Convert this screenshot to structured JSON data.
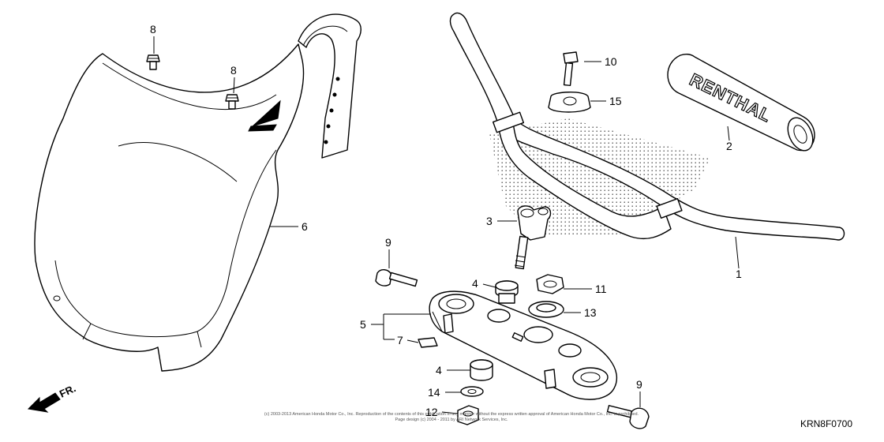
{
  "diagram_code": "KRN8F0700",
  "copyright_line1": "(c) 2003-2013 American Honda Motor Co., Inc. Reproduction of the contents of this publication in any manner without the express written approval of American Honda Motor Co., Inc. is prohibited.",
  "copyright_line2": "Page design (c) 2004 - 2011 by ARI Network Services, Inc.",
  "direction_label": "FR.",
  "grip_brand": "RENTHAL",
  "callouts": {
    "c1": "1",
    "c2": "2",
    "c3": "3",
    "c4a": "4",
    "c4b": "4",
    "c5": "5",
    "c6": "6",
    "c7": "7",
    "c8a": "8",
    "c8b": "8",
    "c9a": "9",
    "c9b": "9",
    "c10": "10",
    "c11": "11",
    "c12": "12",
    "c13": "13",
    "c14": "14",
    "c15": "15"
  }
}
